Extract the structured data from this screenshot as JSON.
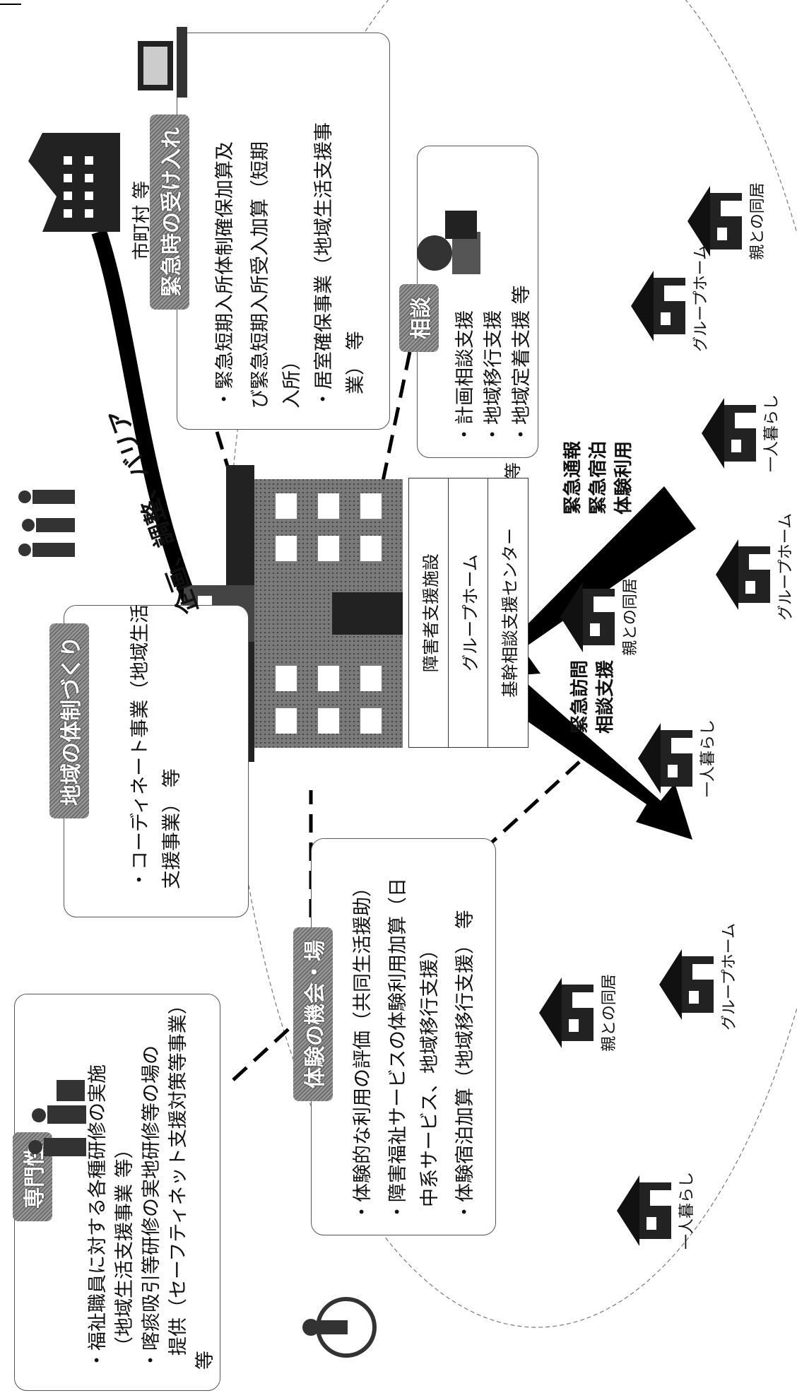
{
  "municipality": {
    "label": "市町村 等"
  },
  "coordination": {
    "label": "企画、調整、バリア"
  },
  "expertise": {
    "title": "専門性",
    "lines": [
      "・福祉職員に対する各種研修の実施",
      "（地域生活支援事業 等）",
      "・喀痰吸引等研修の実地研修等の場の",
      "提供（セーフティネット支援対策等事業）",
      "等"
    ]
  },
  "experience": {
    "title": "体験の機会・場",
    "lines": [
      "・体験的な利用の評価（共同生活援助）",
      "・障害福祉サービスの体験利用加算（日",
      "中系サービス、地域移行支援）",
      "・体験宿泊加算（地域移行支援） 等"
    ]
  },
  "community": {
    "title": "地域の体制づくり",
    "lines": [
      "・コーディネート事業（地域生活",
      "支援事業） 等"
    ]
  },
  "emergency": {
    "title": "緊急時の受け入れ",
    "lines": [
      "・緊急短期入所体制確保加算及",
      "び緊急短期入所受入加算（短期",
      "入所）",
      "・居室確保事業（地域生活支援事",
      "業） 等"
    ]
  },
  "consultation": {
    "title": "相談",
    "lines": [
      "・計画相談支援",
      "・地域移行支援",
      "・地域定着支援 等"
    ]
  },
  "center": {
    "services": [
      "障害者支援施設",
      "グループホーム",
      "基幹相談支援センター"
    ],
    "etc": "等"
  },
  "arrows": {
    "outgoing": [
      "緊急訪問",
      "相談支援"
    ],
    "incoming": [
      "緊急通報",
      "緊急宿泊",
      "体験利用"
    ]
  },
  "homes": [
    {
      "label": "一人暮らし"
    },
    {
      "label": "グループホーム"
    },
    {
      "label": "親との同居"
    },
    {
      "label": "一人暮らし"
    },
    {
      "label": "グループホーム"
    },
    {
      "label": "親との同居"
    },
    {
      "label": "グループホーム"
    },
    {
      "label": "一人暮らし"
    },
    {
      "label": "親との同居"
    }
  ]
}
